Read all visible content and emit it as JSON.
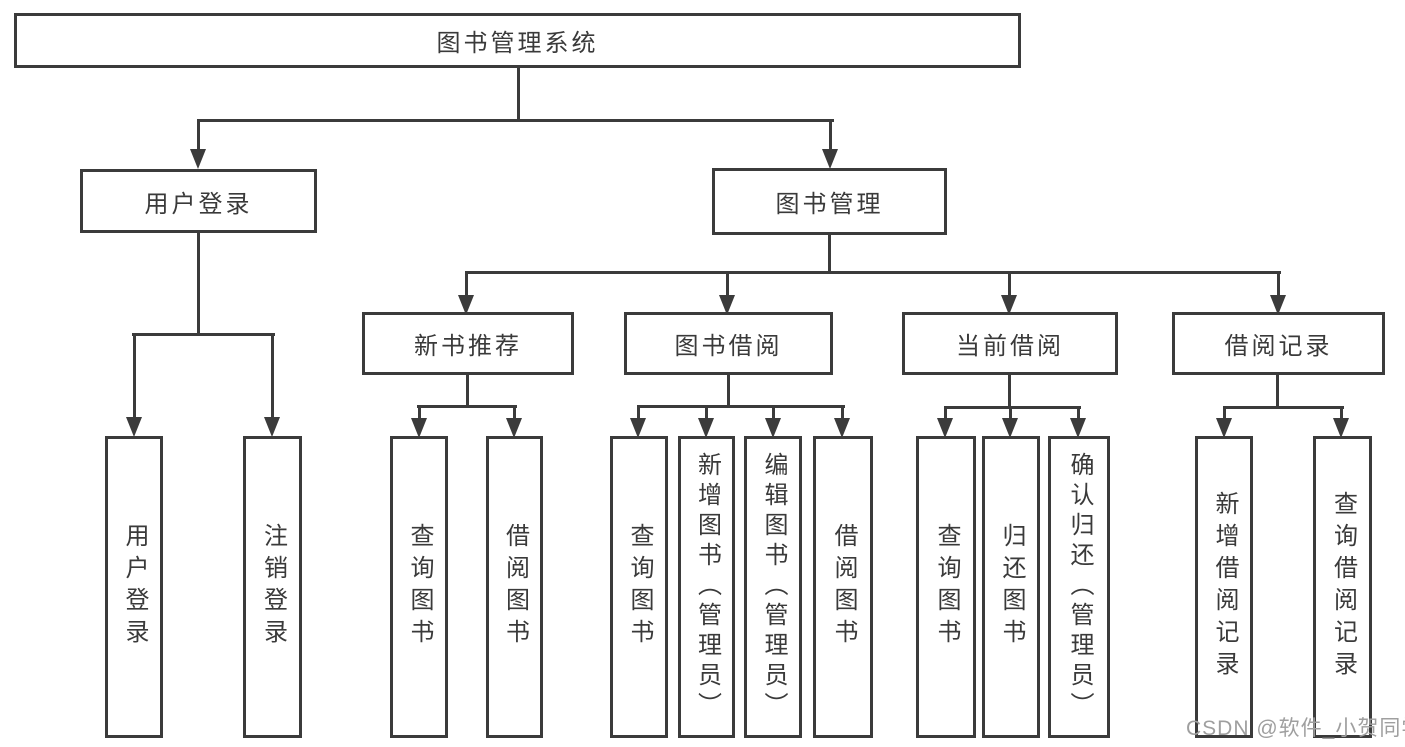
{
  "diagram": {
    "root": {
      "label": "图书管理系统"
    },
    "branches": [
      {
        "label": "用户登录",
        "children": [
          {
            "label": "用户登录"
          },
          {
            "label": "注销登录"
          }
        ]
      },
      {
        "label": "图书管理",
        "children": [
          {
            "label": "新书推荐",
            "children": [
              {
                "label": "查询图书"
              },
              {
                "label": "借阅图书"
              }
            ]
          },
          {
            "label": "图书借阅",
            "children": [
              {
                "label": "查询图书"
              },
              {
                "label": "新增图书（管理员）"
              },
              {
                "label": "编辑图书（管理员）"
              },
              {
                "label": "借阅图书"
              }
            ]
          },
          {
            "label": "当前借阅",
            "children": [
              {
                "label": "查询图书"
              },
              {
                "label": "归还图书"
              },
              {
                "label": "确认归还（管理员）"
              }
            ]
          },
          {
            "label": "借阅记录",
            "children": [
              {
                "label": "新增借阅记录"
              },
              {
                "label": "查询借阅记录"
              }
            ]
          }
        ]
      }
    ]
  },
  "watermark": {
    "text": "CSDN @软件_小贺同学"
  },
  "colors": {
    "line": "#3b3b3b",
    "text": "#3a3a3a",
    "background": "#ffffff",
    "watermark": "#9f9f9f"
  }
}
